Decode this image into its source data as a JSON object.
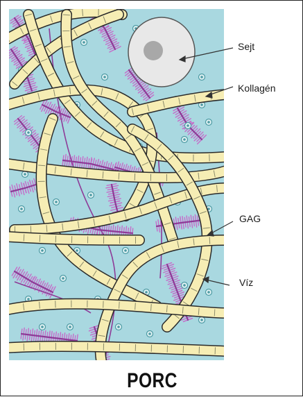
{
  "title": "PORC",
  "labels": {
    "cell": "Sejt",
    "collagen": "Kollagén",
    "gag": "GAG",
    "water": "Víz"
  },
  "colors": {
    "matrix": "#a9d8e0",
    "collagen_fill": "#f6edb4",
    "collagen_edge": "#2a2a2a",
    "gag": "#8e3a97",
    "gag_bristle": "#c66bc9",
    "cell": "#e8e8e8",
    "nucleus": "#a8a8a8",
    "water": "#4c9aa3"
  }
}
